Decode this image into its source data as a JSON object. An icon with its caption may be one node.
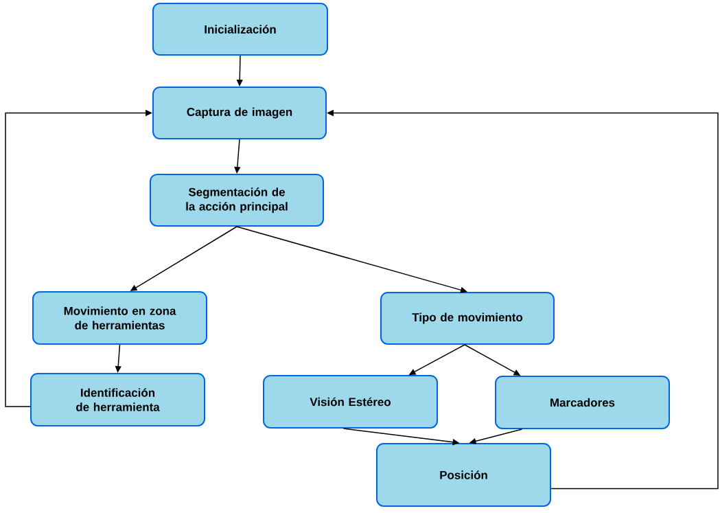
{
  "diagram": {
    "nodes": [
      {
        "text": [
          "Inicialización"
        ]
      },
      {
        "text": [
          "Captura de imagen"
        ]
      },
      {
        "text": [
          "Segmentación de la acción principal"
        ]
      },
      {
        "text": [
          "Movimiento en zona de herramientas"
        ]
      },
      {
        "text": [
          "Tipo de movimiento"
        ]
      },
      {
        "text": [
          "Identificación de herramienta"
        ]
      },
      {
        "text": [
          "Visión Estéreo"
        ]
      },
      {
        "text": [
          "Marcadores"
        ]
      },
      {
        "text": [
          "Posición"
        ]
      }
    ],
    "edges": [
      {
        "from": 0,
        "to": 1,
        "arrow": "to"
      },
      {
        "from": 1,
        "to": 2,
        "arrow": "to"
      },
      {
        "from": 2,
        "to": 3,
        "arrow": "to"
      },
      {
        "from": 2,
        "to": 4,
        "arrow": "to"
      },
      {
        "from": 3,
        "to": 5,
        "arrow": "to"
      },
      {
        "from": 4,
        "to": 6,
        "arrow": "to"
      },
      {
        "from": 4,
        "to": 7,
        "arrow": "to"
      },
      {
        "from": 6,
        "to": 8,
        "arrow": "to"
      },
      {
        "from": 7,
        "to": 8,
        "arrow": "to"
      },
      {
        "from": 5,
        "to": 1,
        "arrow": "to"
      },
      {
        "from": 8,
        "to": 1,
        "arrow": "to"
      }
    ]
  }
}
